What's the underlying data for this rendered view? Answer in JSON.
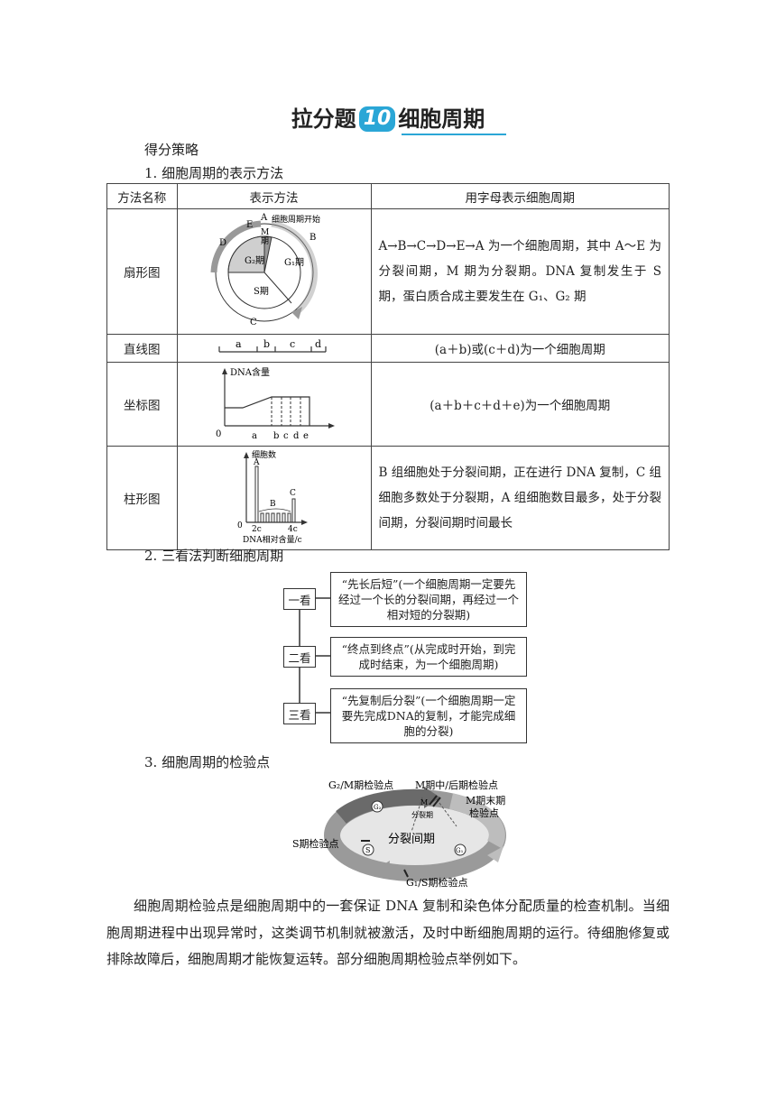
{
  "title": {
    "prefix": "拉分题",
    "number": "10",
    "topic": "细胞周期"
  },
  "section_strategy": "得分策略",
  "section1": "1. 细胞周期的表示方法",
  "table": {
    "headers": [
      "方法名称",
      "表示方法",
      "用字母表示细胞周期"
    ],
    "rows": [
      {
        "name": "扇形图",
        "desc": "A→B→C→D→E→A 为一个细胞周期，其中 A～E 为分裂间期，M 期为分裂期。DNA 复制发生于 S 期，蛋白质合成主要发生在 G₁、G₂ 期"
      },
      {
        "name": "直线图",
        "desc": "(a＋b)或(c＋d)为一个细胞周期"
      },
      {
        "name": "坐标图",
        "desc": "(a＋b＋c＋d＋e)为一个细胞周期"
      },
      {
        "name": "柱形图",
        "desc": "B 组细胞处于分裂间期，正在进行 DNA 复制，C 组细胞多数处于分裂期，A 组细胞数目最多，处于分裂间期，分裂间期时间最长"
      }
    ]
  },
  "fan": {
    "start_label": "细胞周期开始",
    "A": "A",
    "B": "B",
    "C": "C",
    "D": "D",
    "E": "E",
    "M": "M",
    "qi": "期",
    "g2": "G₂期",
    "g1": "G₁期",
    "s": "S期"
  },
  "line": {
    "a": "a",
    "b": "b",
    "c": "c",
    "d": "d"
  },
  "coord": {
    "ylabel": "DNA含量",
    "origin": "0",
    "ticks": [
      "a",
      "b",
      "c",
      "d",
      "e"
    ]
  },
  "bar": {
    "ylabel": "细胞数",
    "xlabel": "DNA相对含量/c",
    "origin": "0",
    "A": "A",
    "B": "B",
    "C": "C",
    "x2c": "2c",
    "x4c": "4c"
  },
  "section2": "2. 三看法判断细胞周期",
  "flow": [
    {
      "label": "一看",
      "text": "“先长后短”(一个细胞周期一定要先经过一个长的分裂间期，再经过一个相对短的分裂期)"
    },
    {
      "label": "二看",
      "text": "“终点到终点”(从完成时开始，到完成时结束，为一个细胞周期)"
    },
    {
      "label": "三看",
      "text": "“先复制后分裂”(一个细胞周期一定要先完成DNA的复制，才能完成细胞的分裂)"
    }
  ],
  "section3": "3. 细胞周期的检验点",
  "checkpoint": {
    "g2m": "G₂/M期检验点",
    "mmid": "M期中/后期检验点",
    "mend1": "M期末期",
    "mend2": "检验点",
    "s": "S期检验点",
    "g1s": "G₁/S期检验点",
    "interphase": "分裂间期",
    "mitosis": "分裂期",
    "g2": "G₂",
    "M": "M",
    "S": "S",
    "g1": "G₁"
  },
  "paragraph": "细胞周期检验点是细胞周期中的一套保证 DNA 复制和染色体分配质量的检查机制。当细胞周期进程中出现异常时，这类调节机制就被激活，及时中断细胞周期的运行。待细胞修复或排除故障后，细胞周期才能恢复运转。部分细胞周期检验点举例如下。"
}
